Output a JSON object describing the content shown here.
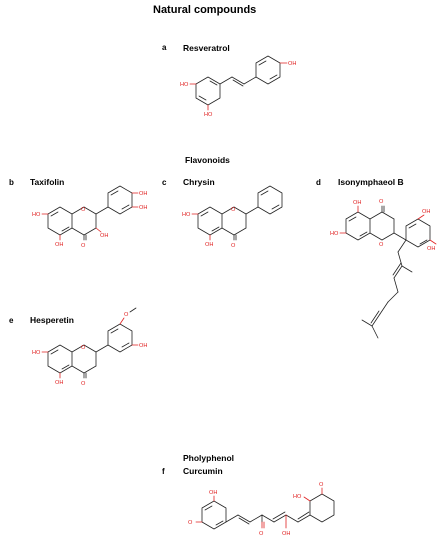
{
  "title": "Natural compounds",
  "sections": {
    "flavonoids": "Flavonoids",
    "polyphenol": "Pholyphenol"
  },
  "compounds": {
    "a": {
      "letter": "a",
      "name": "Resveratrol"
    },
    "b": {
      "letter": "b",
      "name": "Taxifolin"
    },
    "c": {
      "letter": "c",
      "name": "Chrysin"
    },
    "d": {
      "letter": "d",
      "name": "Isonymphaeol B"
    },
    "e": {
      "letter": "e",
      "name": "Hesperetin"
    },
    "f": {
      "letter": "f",
      "name": "Curcumin"
    }
  },
  "atom_labels": {
    "hydroxyl": "OH",
    "hydroxyl_left": "HO",
    "oxygen": "O"
  },
  "colors": {
    "heteroatom": "#e02020",
    "bond": "#222222"
  }
}
